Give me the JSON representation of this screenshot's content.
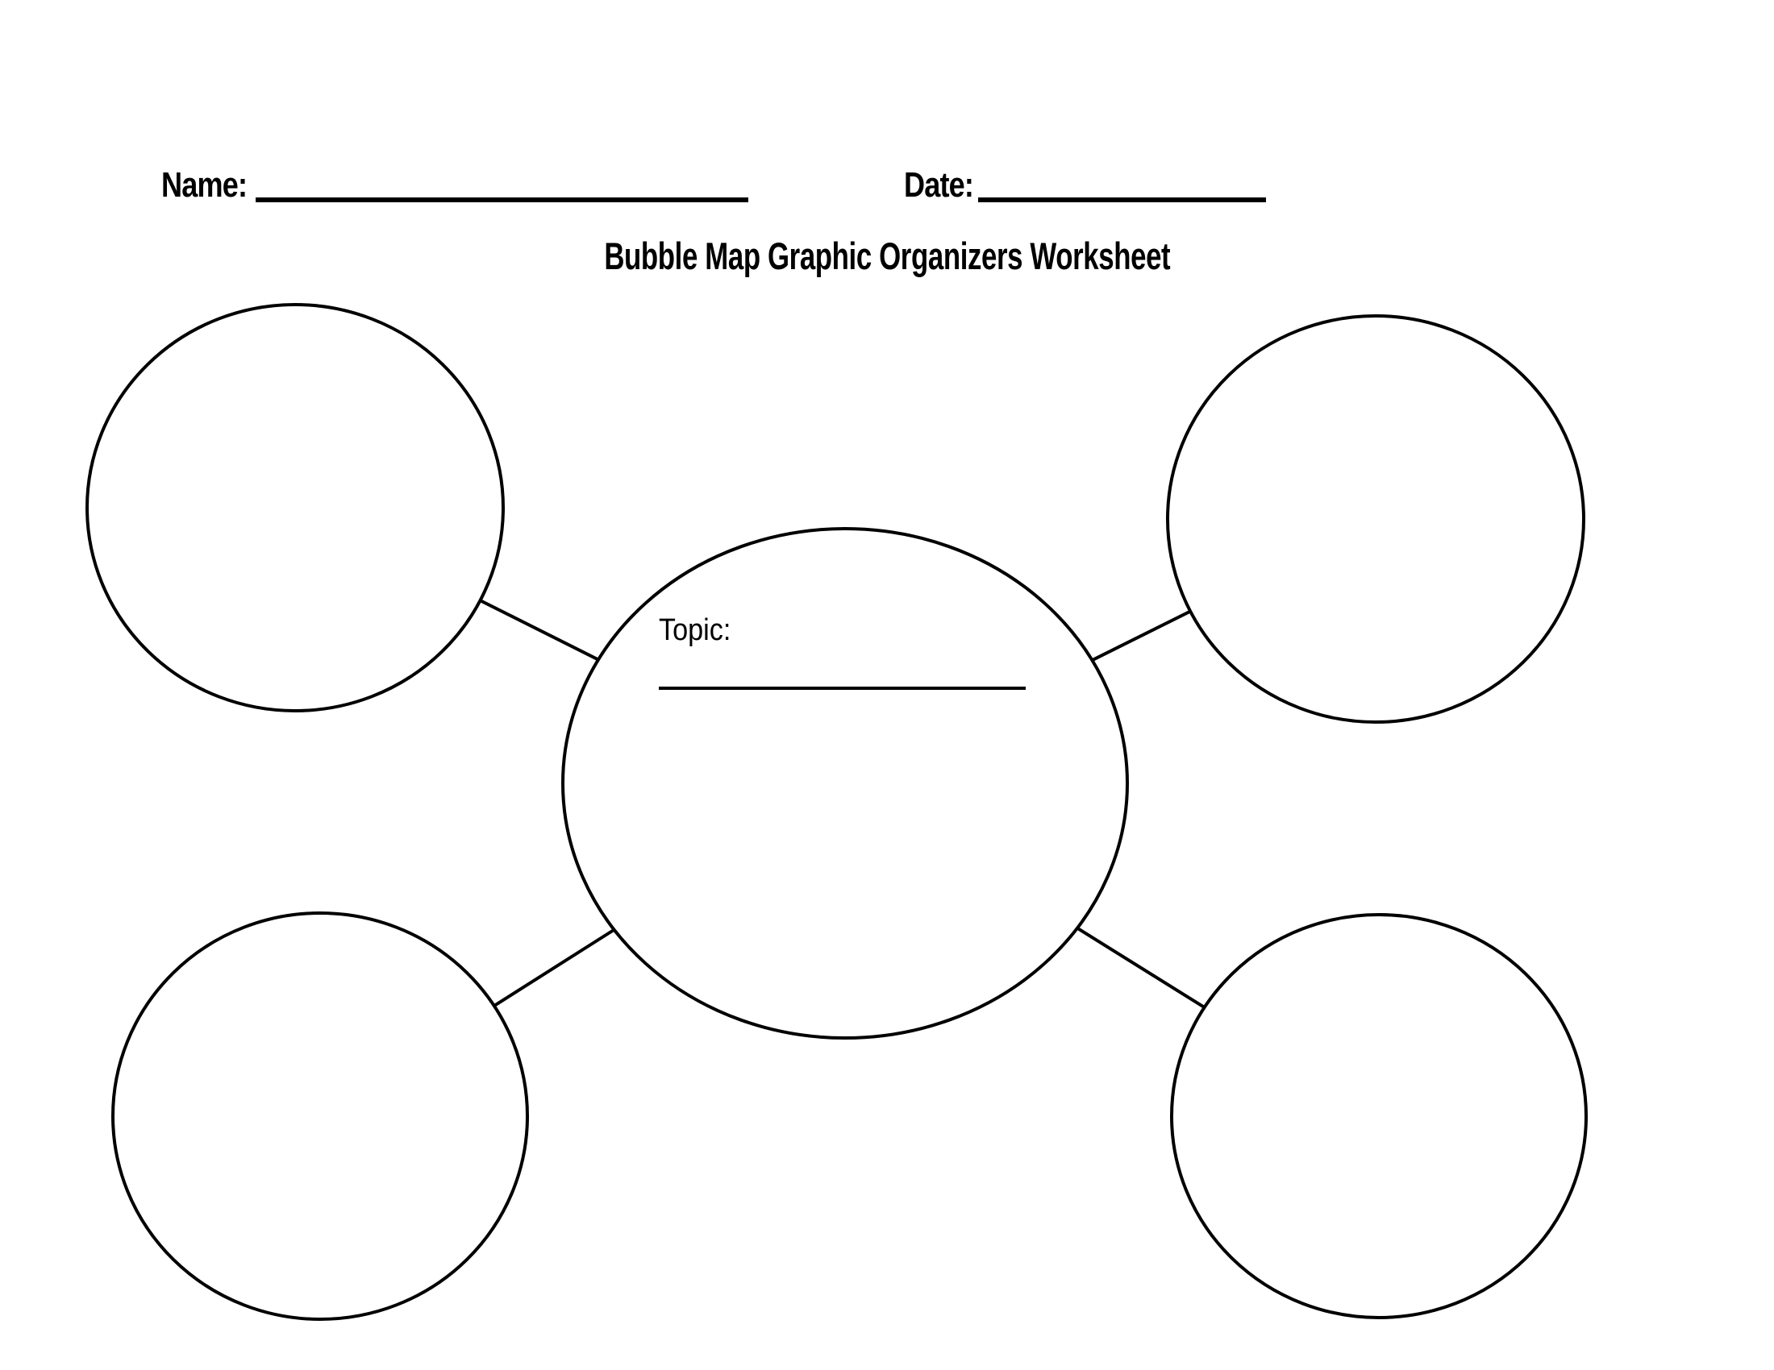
{
  "worksheet": {
    "title": "Bubble Map Graphic Organizers Worksheet",
    "name_field": {
      "label": "Name:",
      "value": ""
    },
    "date_field": {
      "label": "Date:",
      "value": ""
    },
    "center_bubble": {
      "label": "Topic:",
      "value": ""
    },
    "outer_bubble_count": 4,
    "colors": {
      "ink": "#000000",
      "paper": "#ffffff"
    }
  }
}
